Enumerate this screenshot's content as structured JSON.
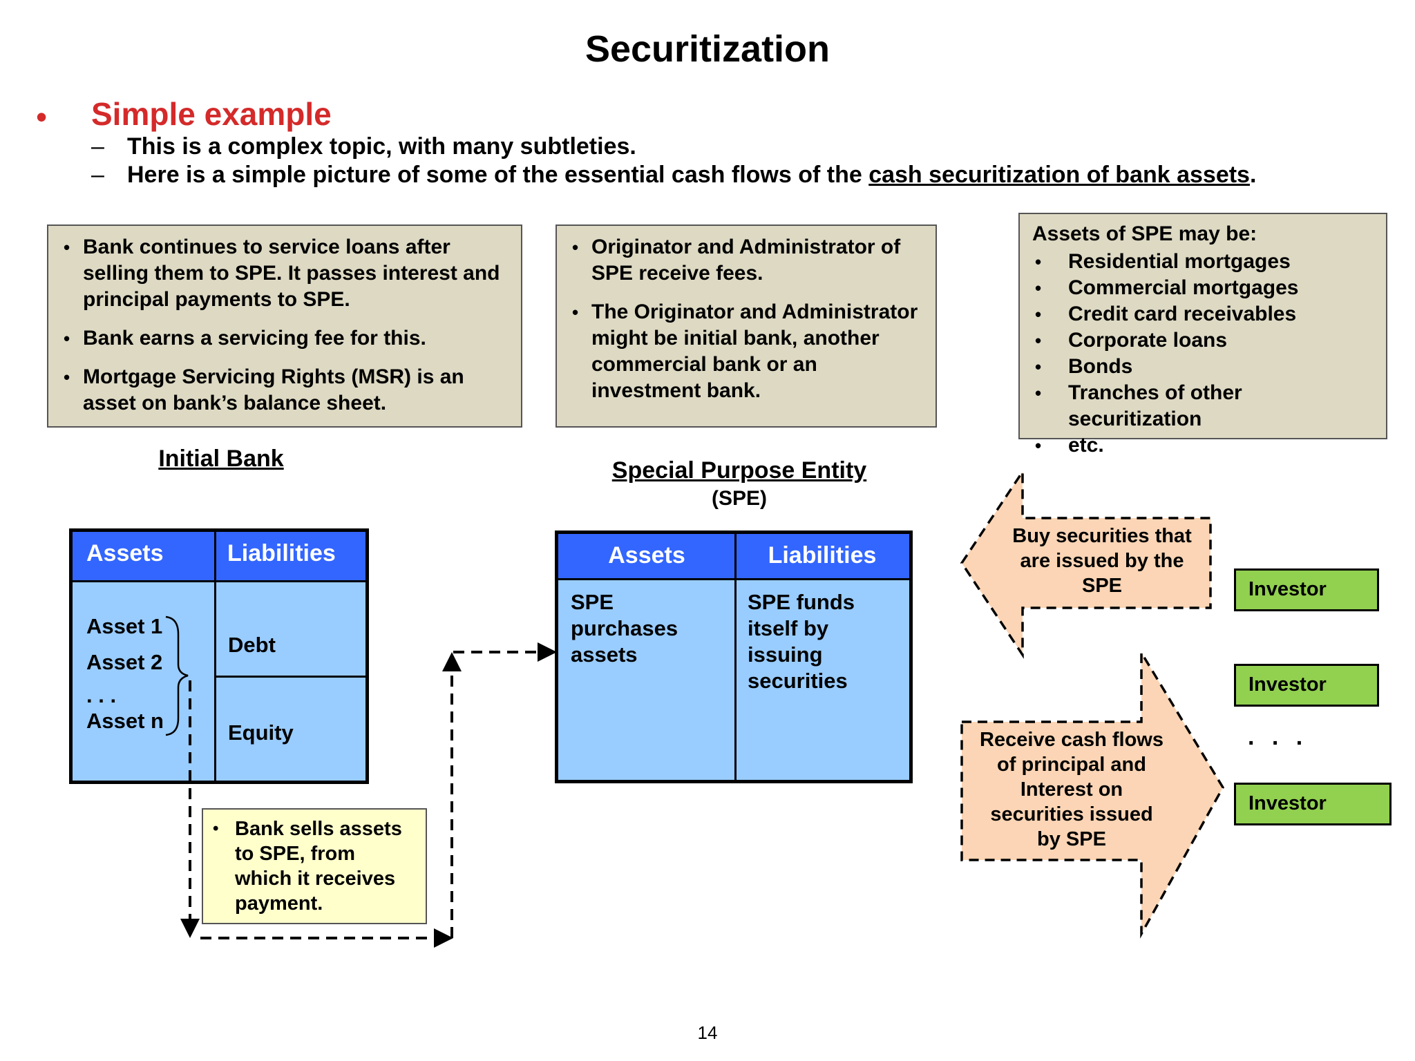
{
  "title": "Securitization",
  "intro": {
    "heading": "Simple example",
    "bullet_symbol": "•",
    "lines": [
      {
        "text": "This is a complex topic, with many subtleties."
      },
      {
        "text_before": "Here is a simple picture of some of the essential cash flows of the ",
        "link": "cash securitization of bank assets",
        "text_after": "."
      }
    ]
  },
  "bank_note": {
    "items": [
      "Bank continues to service loans after selling them to SPE.  It passes interest and principal payments to SPE.",
      "Bank earns a  servicing fee for this.",
      "Mortgage Servicing Rights (MSR) is an asset on bank’s balance sheet."
    ]
  },
  "originator_note": {
    "items": [
      "Originator and Administrator of SPE receive fees.",
      "The Originator and Administrator might be initial bank, another commercial bank or an investment bank."
    ]
  },
  "spe_assets_note": {
    "heading": "Assets of SPE may be:",
    "items": [
      "Residential mortgages",
      "Commercial mortgages",
      "Credit card receivables",
      "Corporate loans",
      "Bonds",
      "Tranches of other securitization",
      "etc."
    ]
  },
  "initial_bank": {
    "title": "Initial Bank",
    "assets_header": "Assets",
    "liabilities_header": "Liabilities",
    "assets": [
      "Asset 1",
      "Asset 2",
      ". . .",
      "Asset n"
    ],
    "debt": "Debt",
    "equity": "Equity"
  },
  "spe": {
    "title": "Special Purpose Entity",
    "subtitle": "(SPE)",
    "assets_header": "Assets",
    "liabilities_header": "Liabilities",
    "assets_text": [
      "SPE",
      "purchases",
      "assets"
    ],
    "liabilities_text": [
      "SPE funds",
      "itself by",
      "issuing",
      "securities"
    ]
  },
  "sell_note": {
    "text": [
      "Bank sells assets",
      "to SPE, from",
      "which it receives",
      "payment."
    ]
  },
  "buy_arrow": {
    "lines": [
      "Buy securities that",
      "are issued by the",
      "SPE"
    ]
  },
  "receive_arrow": {
    "lines": [
      "Receive cash flows",
      "of principal and",
      "Interest on",
      "securities issued",
      "by SPE"
    ]
  },
  "investors": [
    "Investor",
    "Investor",
    "Investor"
  ],
  "investor_dots": ". . .",
  "page_number": "14",
  "colors": {
    "title_red": "#d42a2a",
    "note_bg": "#ddd9c3",
    "table_header": "#3366ff",
    "table_body": "#99ccff",
    "sell_note_bg": "#ffffcc",
    "arrow_fill": "#fbd5b5",
    "investor_green": "#92d050"
  }
}
